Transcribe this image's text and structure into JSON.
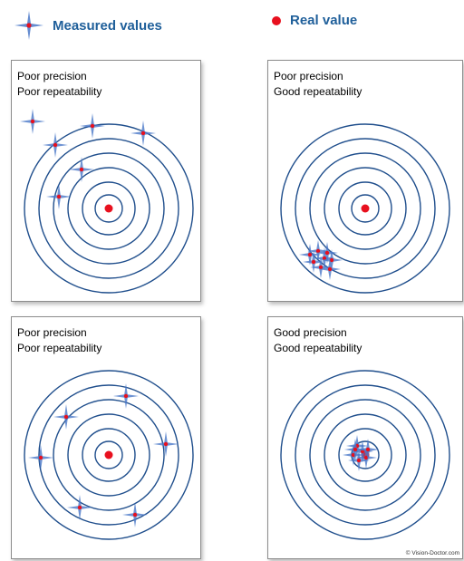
{
  "legend": {
    "measured_label": "Measured values",
    "real_label": "Real value",
    "measured_icon": "sparkle-marker-icon",
    "real_icon": "red-dot-icon"
  },
  "colors": {
    "ring": "#1f4e8c",
    "accent_text": "#1f5f9a",
    "real_dot": "#e8101e",
    "marker_blue": "#4a78c8"
  },
  "panels": [
    {
      "line1": "Poor precision",
      "line2": "Poor repeatability"
    },
    {
      "line1": "Poor precision",
      "line2": "Good repeatability"
    },
    {
      "line1": "Poor precision",
      "line2": "Poor repeatability"
    },
    {
      "line1": "Good precision",
      "line2": "Good repeatability"
    }
  ],
  "credit": "© Vision-Doctor.com"
}
